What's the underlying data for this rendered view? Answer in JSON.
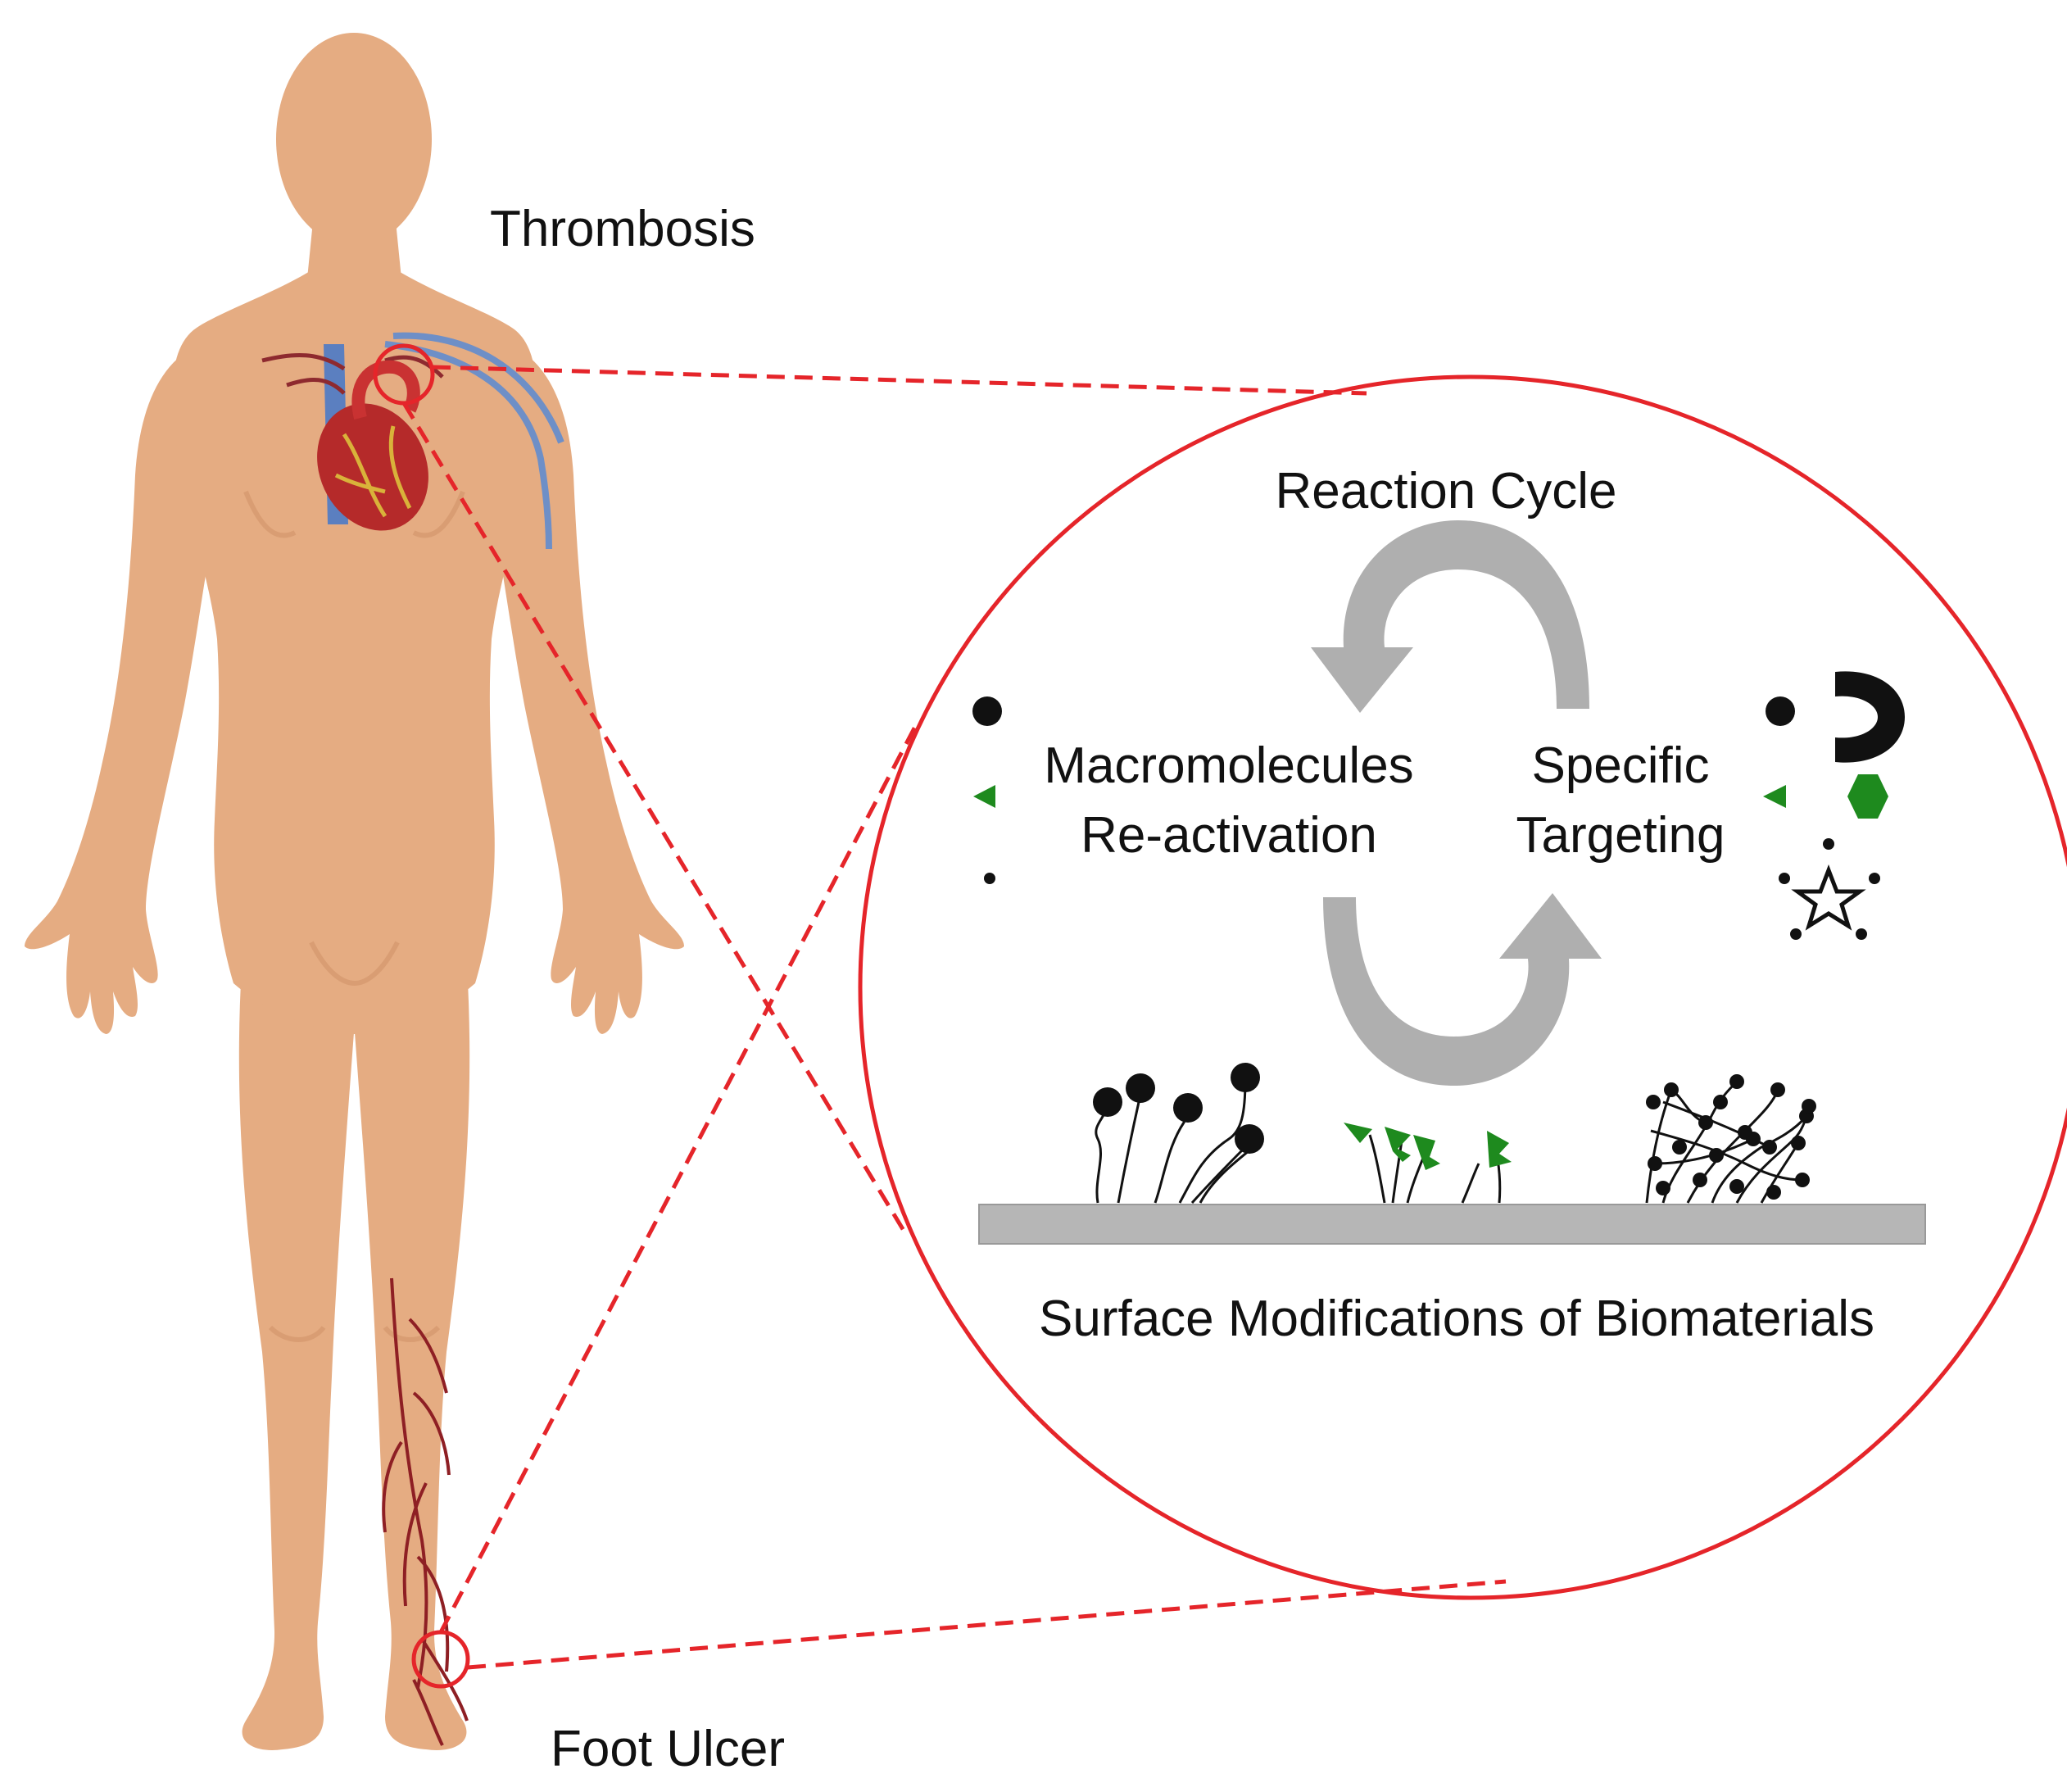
{
  "labels": {
    "thrombosis": "Thrombosis",
    "foot_ulcer": "Foot Ulcer",
    "reaction_cycle": "Reaction Cycle",
    "macromolecules_line1": "Macromolecules",
    "macromolecules_line2": "Re-activation",
    "specific_line1": "Specific",
    "specific_line2": "Targeting",
    "surface_mods": "Surface Modifications of Biomaterials"
  },
  "colors": {
    "skin": "#E5AC82",
    "skin_shade": "#D4976C",
    "zoom_red": "#E5252A",
    "arrow_gray": "#AFAFAF",
    "surface_gray": "#B6B6B6",
    "molecule_black": "#111111",
    "molecule_green": "#1E8A1E"
  },
  "icons": {
    "human_body": "human-body-silhouette",
    "heart": "heart-anatomy-icon",
    "leg_veins": "leg-vein-network",
    "cycle_arrows": "cycle-arrows-icon",
    "molecules": "molecule-icons"
  }
}
